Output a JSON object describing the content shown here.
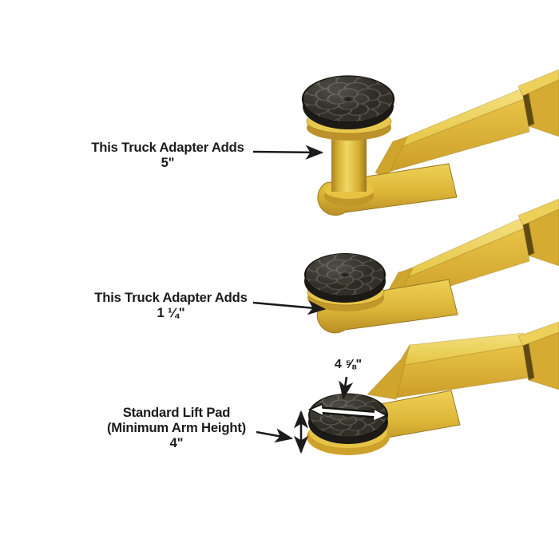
{
  "annotations": {
    "adapter_5in": {
      "line1": "This Truck Adapter Adds",
      "line2": "5\""
    },
    "adapter_1_25in": {
      "line1": "This Truck Adapter Adds",
      "line2": "1 ¼\""
    },
    "standard_pad": {
      "line1": "Standard Lift Pad",
      "line2": "(Minimum Arm Height)",
      "line3": "4\""
    },
    "pad_diameter": {
      "value": "4 ⅝\""
    }
  },
  "colors": {
    "background": "#ffffff",
    "arm_yellow": "#e2bc3a",
    "arm_yellow_light": "#eed157",
    "arm_yellow_dark": "#bb9026",
    "pad_rubber": "#2c2a24",
    "annotation_ink": "#1b1b1b",
    "diameter_arrow": "#ffffff"
  }
}
